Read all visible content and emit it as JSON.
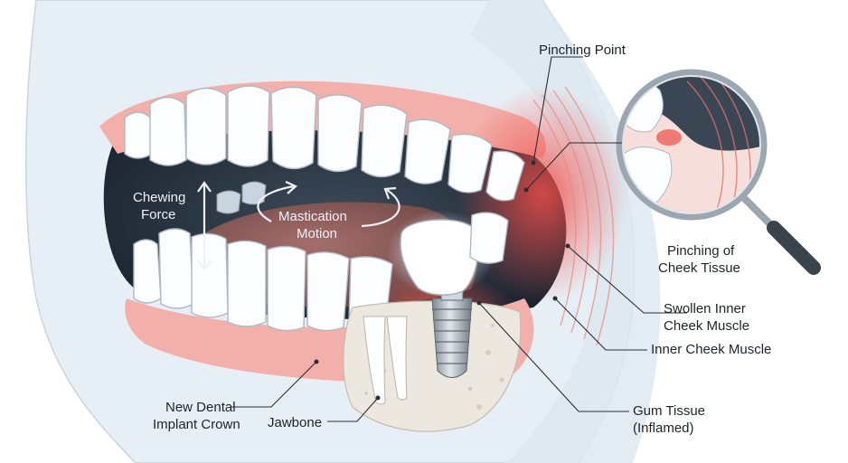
{
  "labels": {
    "pinching_point": "Pinching Point",
    "chewing_force_1": "Chewing",
    "chewing_force_2": "Force",
    "mastication_1": "Mastication",
    "mastication_2": "Motion",
    "pinching_cheek_1": "Pinching of",
    "pinching_cheek_2": "Cheek Tissue",
    "swollen_1": "Swollen Inner",
    "swollen_2": "Cheek Muscle",
    "inner_cheek": "Inner Cheek Muscle",
    "gum_1": "Gum Tissue",
    "gum_2": "(Inflamed)",
    "crown_1": "New Dental",
    "crown_2": "Implant Crown",
    "jawbone": "Jawbone"
  },
  "colors": {
    "background": "#ffffff",
    "skin": "#e6eef5",
    "gum": "#f2a9a4",
    "inflamed": "#ee5a55",
    "tongue": "#8a5b59",
    "tooth": "#fbfdff",
    "bone": "#ece8e2",
    "implant": "#9aa3ad",
    "text_dark": "#1f2326",
    "text_light": "#eef2f6"
  }
}
